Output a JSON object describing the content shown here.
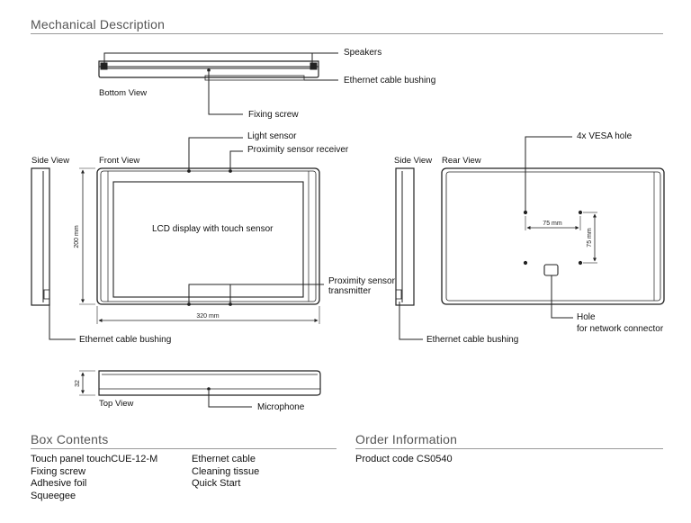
{
  "mechanical": {
    "title": "Mechanical Description",
    "views": {
      "bottom": "Bottom View",
      "side_left": "Side View",
      "front": "Front View",
      "side_right": "Side View",
      "rear": "Rear View",
      "top": "Top View"
    },
    "callouts": {
      "speakers": "Speakers",
      "ethernet_bushing_bottom": "Ethernet cable bushing",
      "fixing_screw": "Fixing screw",
      "light_sensor": "Light sensor",
      "proximity_receiver": "Proximity sensor receiver",
      "lcd": "LCD display with touch sensor",
      "proximity_transmitter_1": "Proximity sensor",
      "proximity_transmitter_2": "transmitter",
      "ethernet_bushing_left": "Ethernet cable bushing",
      "ethernet_bushing_right": "Ethernet cable bushing",
      "vesa": "4x VESA hole",
      "hole_1": "Hole",
      "hole_2": "for network connector",
      "microphone": "Microphone"
    },
    "dimensions": {
      "height": "200 mm",
      "width": "320 mm",
      "vesa_h": "75 mm",
      "vesa_v": "75 mm",
      "depth": "32"
    }
  },
  "box_contents": {
    "title": "Box Contents",
    "col1": [
      "Touch panel touchCUE-12-M",
      "Fixing screw",
      "Adhesive foil",
      "Squeegee"
    ],
    "col2": [
      "Ethernet cable",
      "Cleaning tissue",
      "Quick Start"
    ]
  },
  "order_info": {
    "title": "Order Information",
    "product_code": "Product code CS0540"
  }
}
